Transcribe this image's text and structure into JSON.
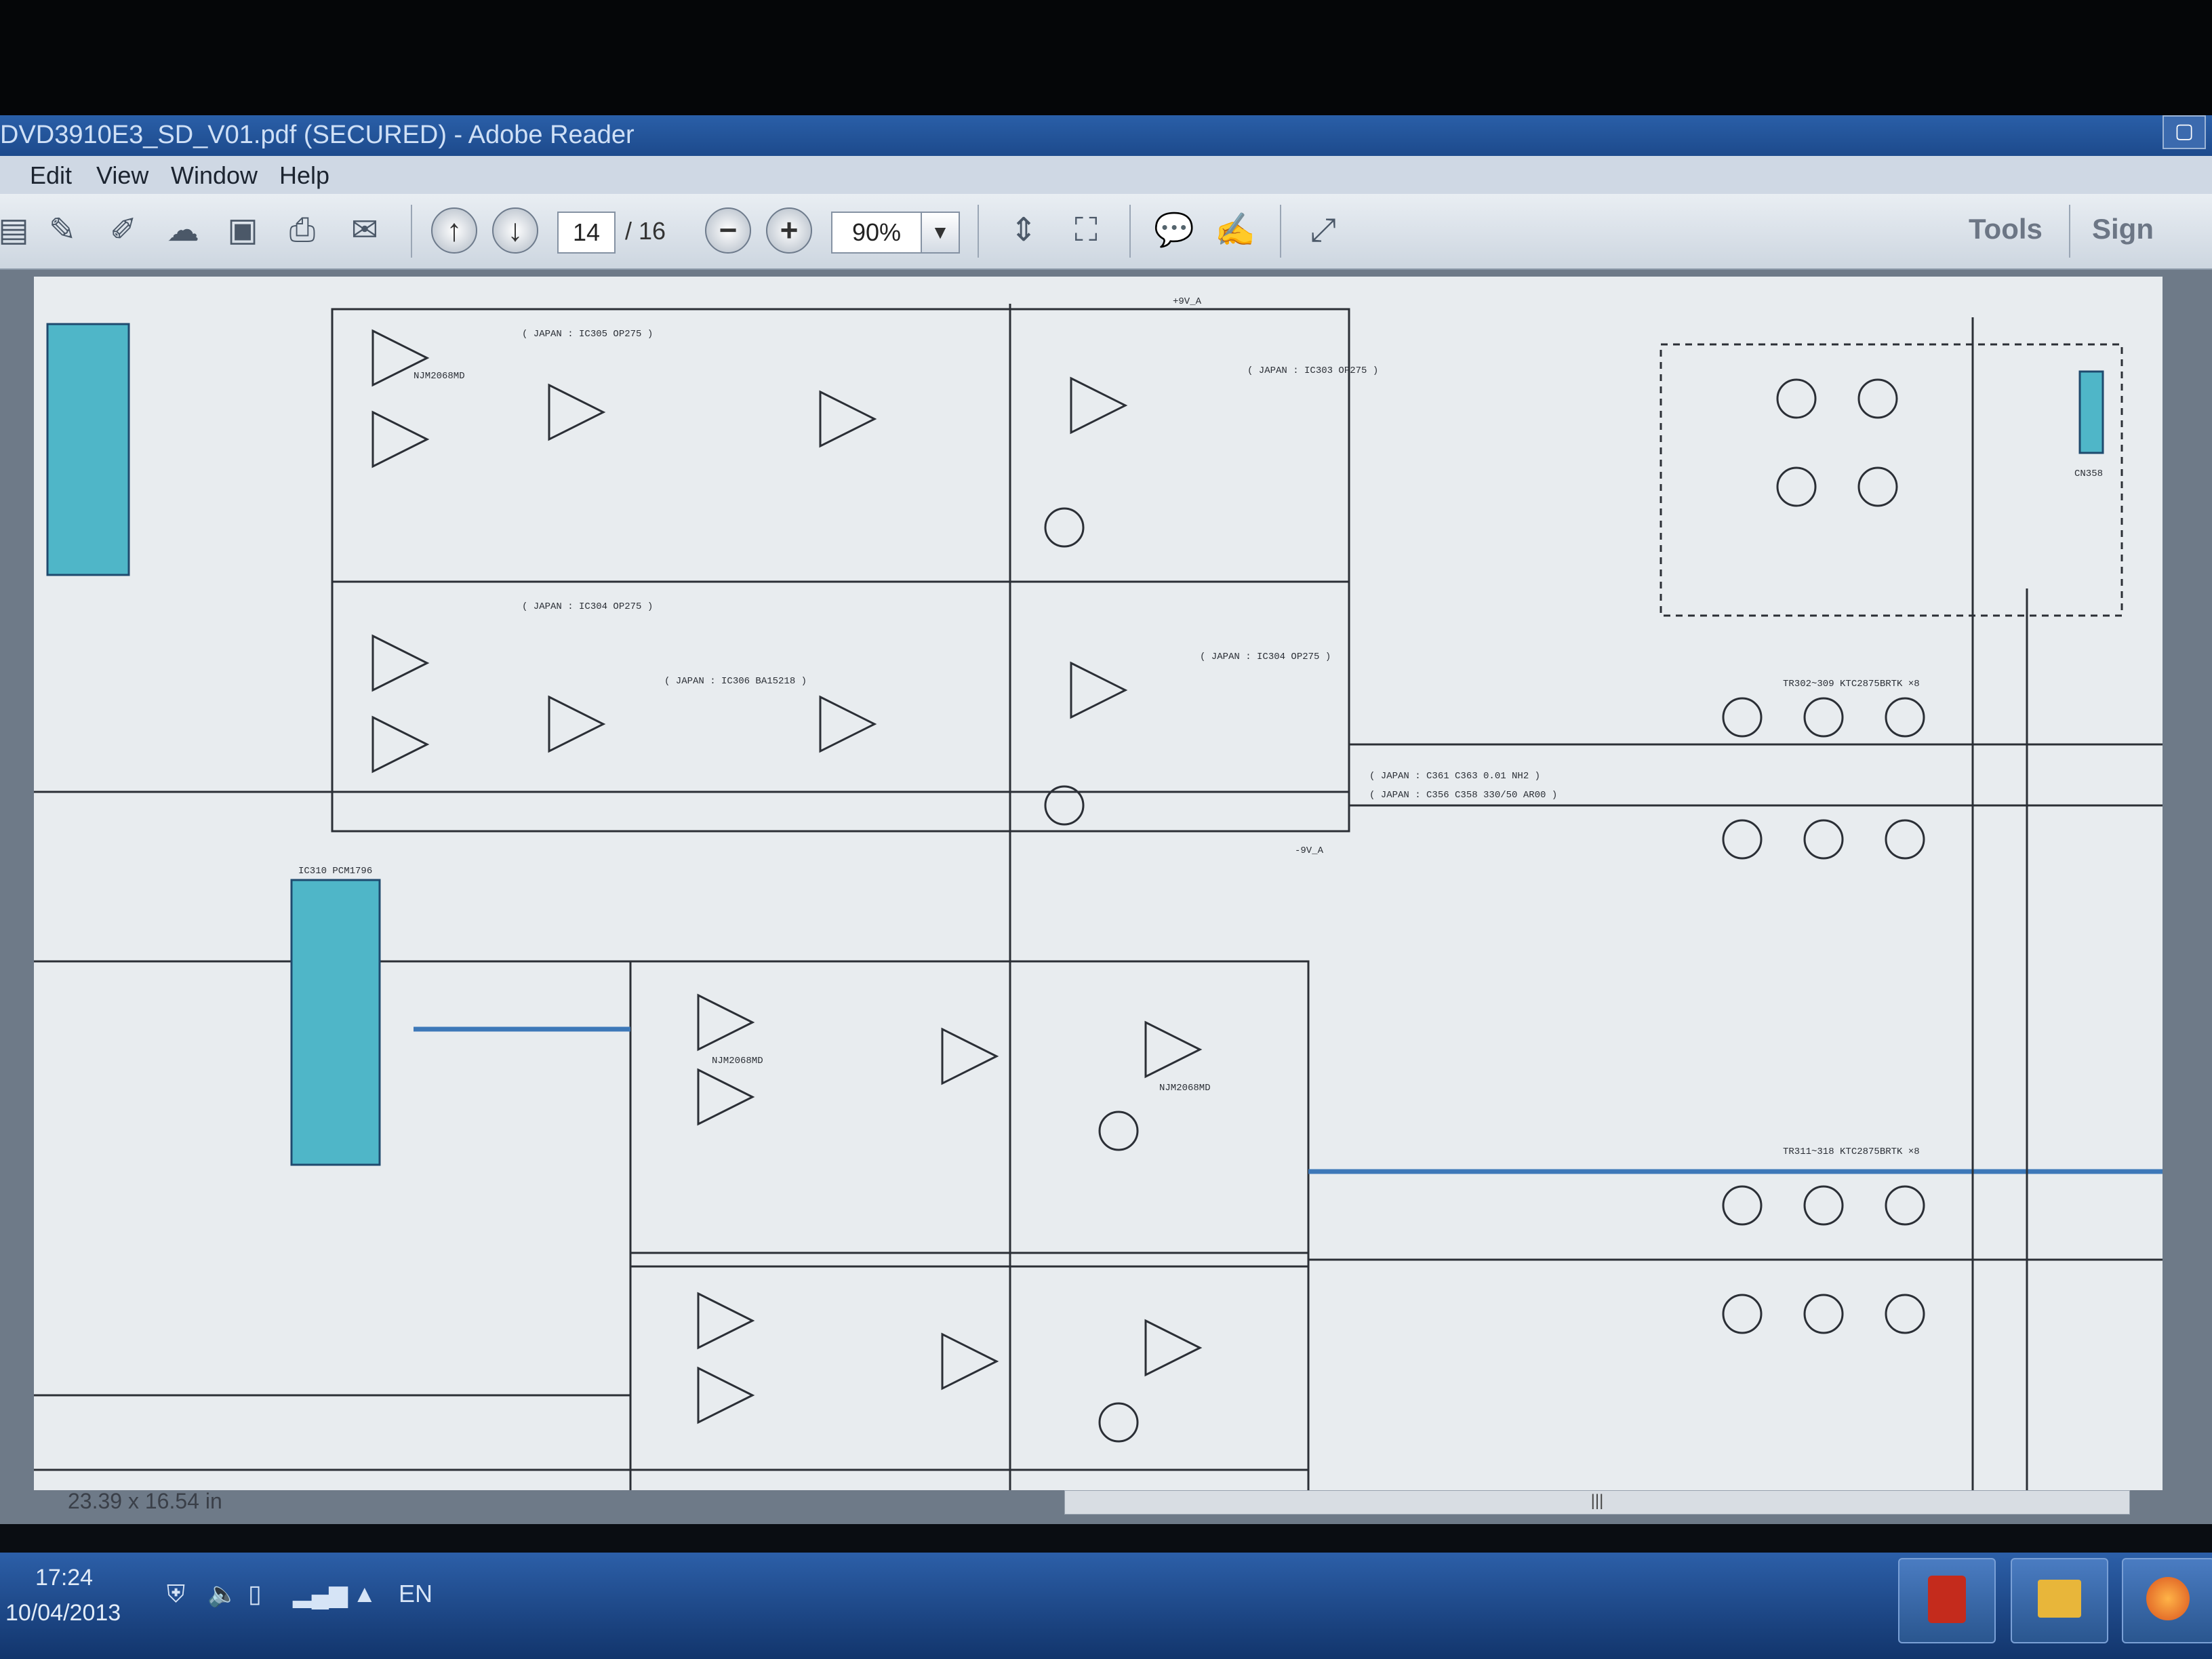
{
  "window": {
    "title": "DVD3910E3_SD_V01.pdf (SECURED) - Adobe Reader"
  },
  "menu": [
    "Edit",
    "View",
    "Window",
    "Help"
  ],
  "toolbar": {
    "page_current": "14",
    "page_total": "/ 16",
    "zoom": "90%",
    "tools_label": "Tools",
    "sign_label": "Sign"
  },
  "document": {
    "page_size": "23.39 x 16.54 in",
    "scroll_grip": "|||",
    "labels": {
      "ic305_note": "( JAPAN : IC305 OP275 )",
      "ic303_note": "( JAPAN : IC303 OP275 )",
      "ic304_note": "( JAPAN : IC304 OP275 )",
      "ic306_note": "( JAPAN : IC306 BA15218 )",
      "c361_note": "( JAPAN : C361 C363 0.01 NH2 )",
      "c356_note": "( JAPAN : C356 C358 330/50 AR00 )",
      "rail_pos": "+9V_A",
      "rail_neg": "-9V_A",
      "ic310": "IC310 PCM1796",
      "nj_op": "NJM2068MD",
      "tr_array1": "TR302~309 KTC2875BRTK ×8",
      "tr_array2": "TR311~318 KTC2875BRTK ×8",
      "connector": "CN358"
    }
  },
  "taskbar": {
    "time": "17:24",
    "date": "10/04/2013",
    "lang": "EN"
  },
  "colors": {
    "titlebar": "#2a5fa8",
    "ic_highlight": "#4fb6c8",
    "wire": "#2b2f36"
  }
}
